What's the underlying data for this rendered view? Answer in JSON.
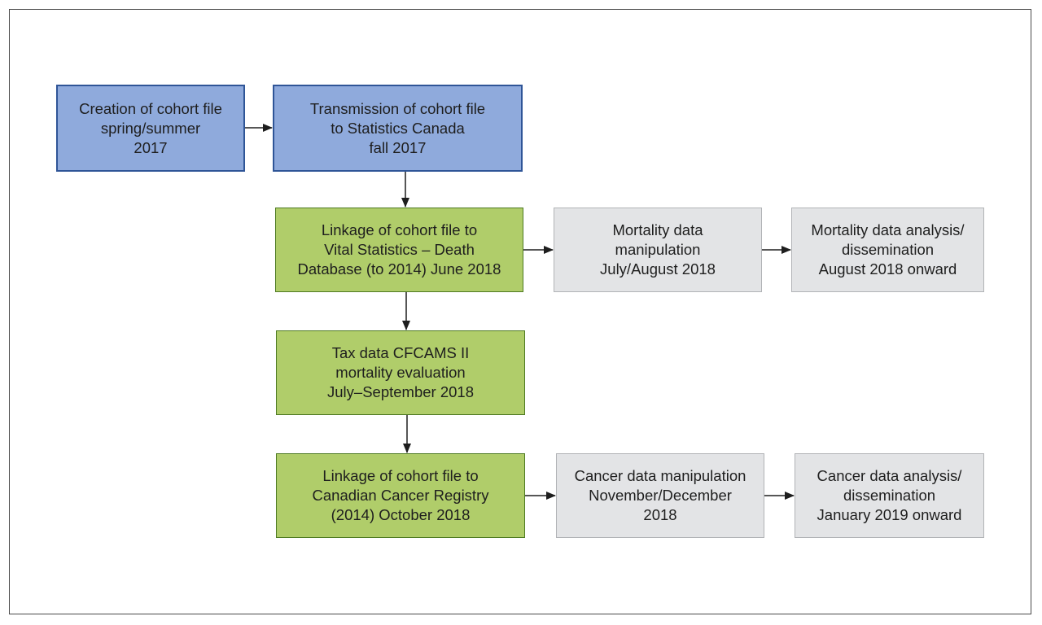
{
  "boxes": {
    "creation": [
      "Creation of cohort file",
      "spring/summer",
      "2017"
    ],
    "transmission": [
      "Transmission of cohort file",
      "to Statistics Canada",
      "fall 2017"
    ],
    "linkage_vital": [
      "Linkage of cohort file to",
      "Vital Statistics – Death",
      "Database (to 2014) June 2018"
    ],
    "mortality_manip": [
      "Mortality data",
      "manipulation",
      "July/August 2018"
    ],
    "mortality_analysis": [
      "Mortality data analysis/",
      "dissemination",
      "August 2018 onward"
    ],
    "tax_data": [
      "Tax data CFCAMS II",
      "mortality evaluation",
      "July–September 2018"
    ],
    "linkage_cancer": [
      "Linkage of cohort file to",
      "Canadian Cancer Registry",
      "(2014) October 2018"
    ],
    "cancer_manip": [
      "Cancer data manipulation",
      "November/December",
      "2018"
    ],
    "cancer_analysis": [
      "Cancer data analysis/",
      "dissemination",
      "January 2019 onward"
    ]
  },
  "colors": {
    "blue_fill": "#8faadc",
    "green_fill": "#b0cd6a",
    "gray_fill": "#e3e4e6",
    "arrow": "#1e1e1e"
  }
}
